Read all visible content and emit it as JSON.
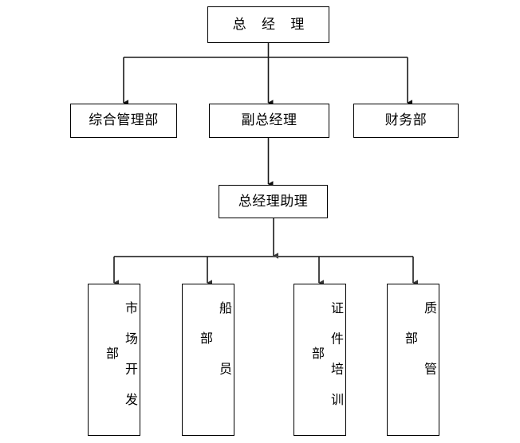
{
  "chart_title": "",
  "diagram": {
    "type": "organizational-chart",
    "orientation": "top-down",
    "levels": [
      {
        "level": 1,
        "nodes": [
          {
            "id": "general-manager",
            "label": "总 经 理",
            "text_direction": "horizontal"
          }
        ]
      },
      {
        "level": 2,
        "nodes": [
          {
            "id": "comprehensive-management-dept",
            "label": "综合管理部",
            "text_direction": "horizontal"
          },
          {
            "id": "deputy-general-manager",
            "label": "副总经理",
            "text_direction": "horizontal"
          },
          {
            "id": "finance-dept",
            "label": "财务部",
            "text_direction": "horizontal"
          }
        ]
      },
      {
        "level": 3,
        "nodes": [
          {
            "id": "general-manager-assistant",
            "label": "总经理助理",
            "text_direction": "horizontal"
          }
        ]
      },
      {
        "level": 4,
        "nodes": [
          {
            "id": "market-development-dept",
            "label": "市场开发部",
            "text_direction": "vertical"
          },
          {
            "id": "crew-dept",
            "label": "船员部",
            "text_direction": "vertical"
          },
          {
            "id": "certificate-training-dept",
            "label": "证件培训部",
            "text_direction": "vertical"
          },
          {
            "id": "quality-management-dept",
            "label": "质管部",
            "text_direction": "vertical"
          }
        ]
      }
    ],
    "edges": [
      {
        "from": "general-manager",
        "to": "comprehensive-management-dept",
        "style": "elbow-arrow"
      },
      {
        "from": "general-manager",
        "to": "deputy-general-manager",
        "style": "straight-arrow"
      },
      {
        "from": "general-manager",
        "to": "finance-dept",
        "style": "elbow-arrow"
      },
      {
        "from": "deputy-general-manager",
        "to": "general-manager-assistant",
        "style": "straight-arrow"
      },
      {
        "from": "general-manager-assistant",
        "to": "market-development-dept",
        "style": "elbow-arrow"
      },
      {
        "from": "general-manager-assistant",
        "to": "crew-dept",
        "style": "elbow-arrow"
      },
      {
        "from": "general-manager-assistant",
        "to": "certificate-training-dept",
        "style": "elbow-arrow"
      },
      {
        "from": "general-manager-assistant",
        "to": "quality-management-dept",
        "style": "elbow-arrow"
      }
    ],
    "colors": {
      "background": "#ffffff",
      "box_border": "#000000",
      "box_fill": "#ffffff",
      "text": "#000000",
      "connector": "#1a1a1a",
      "bus_connector": "#4d4d4d"
    }
  }
}
